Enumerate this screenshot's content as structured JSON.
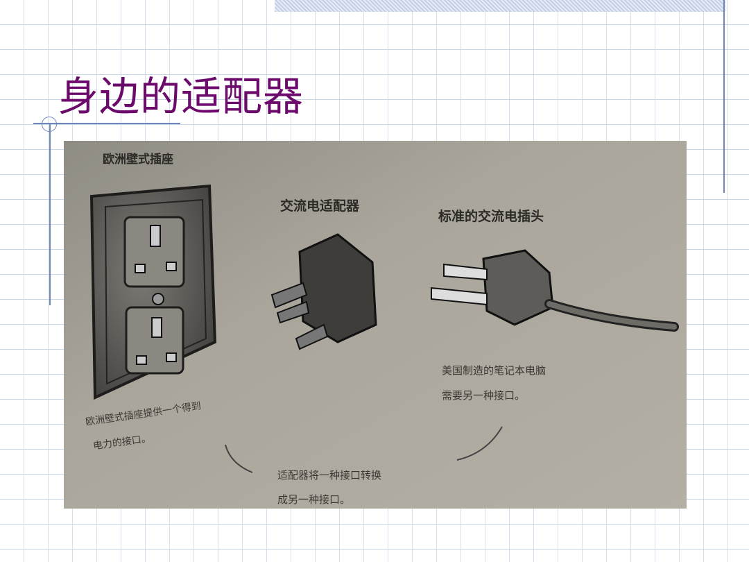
{
  "slide": {
    "title": "身边的适配器"
  },
  "image": {
    "labels": {
      "socket": "欧洲壁式插座",
      "adapter": "交流电适配器",
      "plug": "标准的交流电插头"
    },
    "captions": {
      "socket_line1": "欧洲壁式插座提供一个得到",
      "socket_line2": "电力的接口。",
      "adapter_line1": "适配器将一种接口转换",
      "adapter_line2": "成另一种接口。",
      "plug_line1": "美国制造的笔记本电脑",
      "plug_line2": "需要另一种接口。"
    }
  },
  "colors": {
    "title": "#6b0a6b",
    "accent_lines": "#6f86bb",
    "photo_bg": "#aaa69c"
  }
}
